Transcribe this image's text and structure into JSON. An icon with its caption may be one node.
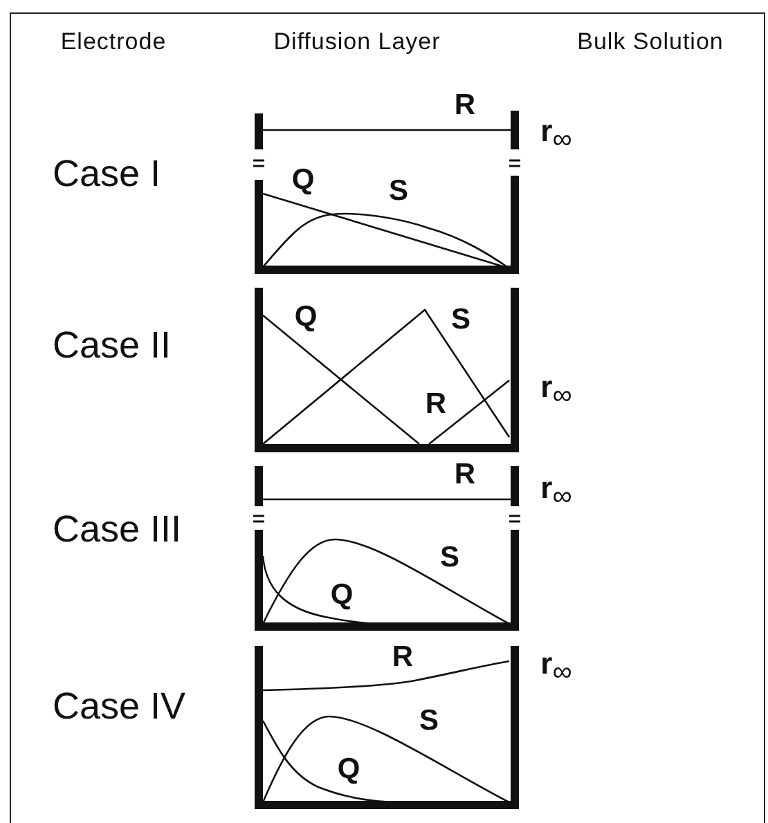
{
  "diagram": {
    "labels": [
      "Electrode",
      "Diffusion Layer",
      "Bulk Solution",
      "Case I",
      "R",
      "r$_{∞}$",
      "Q",
      "S",
      "Case II",
      "Q",
      "S",
      "R",
      "r$_{∞}$",
      "Case III",
      "R",
      "r$_{∞}$",
      "S",
      "Q",
      "Case IV",
      "R",
      "r$_{∞}$",
      "S",
      "Q"
    ]
  }
}
